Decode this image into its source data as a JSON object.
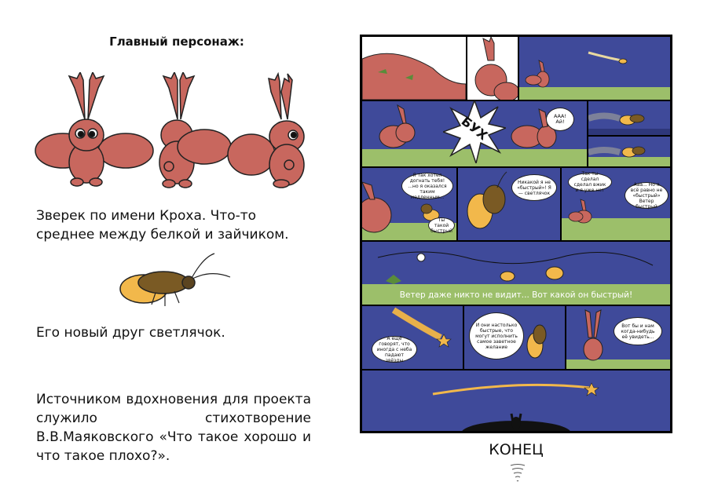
{
  "left": {
    "title": "Главный персонаж:",
    "description": "Зверек по имени Кроха. Что-то среднее между белкой и зайчиком.",
    "friend": "Его новый друг светлячок.",
    "inspiration": "Источником вдохновения для проекта служило стихотворение В.В.Маяковского «Что такое хорошо и что такое плохо?»."
  },
  "comic": {
    "bux": "БУХ",
    "scream": "ААА! Ай!",
    "b1": "Я так хотел догнать тебя! ...но я оказался таким медленным...",
    "b2": "Никакой я не «быстрый»! Я — светлячок",
    "b3": "Ты такой быстрый",
    "b4": "Так ты сделал сделал вжик и я уже нет",
    "b5": "Ааа... Но я всё равно не «быстрый» Ветер быстрый",
    "caption": "Ветер даже никто не видит... Вот какой он быстрый!",
    "b6": "А ещё говорят, что иногда с неба падают звёзды",
    "b7": "И они настолько быстрые, что могут исполнить самое заветное желание",
    "b8": "Вот бы и нам когда-нибудь её увидеть..."
  },
  "end": "КОНЕЦ",
  "colors": {
    "squirrel": "#c8675e",
    "night": "#3f4a9a",
    "grass": "#9cbf6a",
    "firefly": "#f2b84b"
  }
}
